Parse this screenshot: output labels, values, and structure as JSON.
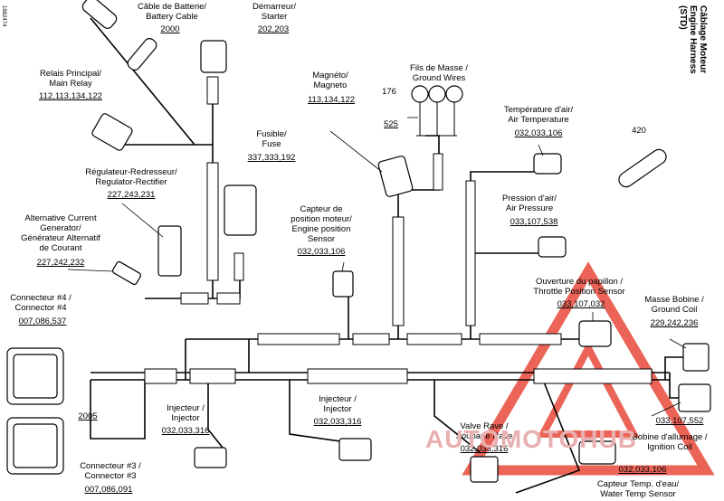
{
  "diagram": {
    "title": "Câblage Moteur Engine Harness (STD)",
    "reference": "1882474",
    "watermark": "AUTOMOTOHUB",
    "colors": {
      "line": "#000000",
      "watermark_red": "#e84a3a",
      "watermark_text": "#e8b0b0"
    },
    "labels": {
      "battery_cable": "Câble de Batterie/\nBattery Cable",
      "battery_cable_num": "2000",
      "starter": "Démarreur/\nStarter",
      "starter_num": "202,203",
      "main_relay": "Relais Principal/\nMain Relay",
      "main_relay_num": "112,113,134,122",
      "magneto": "Magnéto/\nMagneto",
      "magneto_num": "113,134,122",
      "ground_wires": "Fils de Masse /\nGround Wires",
      "ground_176": "176",
      "ground_525": "525",
      "air_temp": "Température d'air/\nAir Temperature",
      "air_temp_num": "032,033,106",
      "part_420": "420",
      "fuse": "Fusible/\nFuse",
      "fuse_num": "337,333,192",
      "rectifier": "Régulateur-Redresseur/\nRegulator-Rectifier",
      "rectifier_num": "227,243,231",
      "air_pressure": "Pression d'air/\nAir Pressure",
      "air_pressure_num": "033,107,538",
      "engine_pos": "Capteur de\nposition moteur/\nEngine position\nSensor",
      "engine_pos_num": "032,033,106",
      "alternator": "Alternative Current\nGenerator/\nGénérateur Alternatif\nde Courant",
      "alternator_num": "227,242,232",
      "connector4": "Connecteur #4 /\nConnector #4",
      "connector4_num": "007,086,537",
      "throttle": "Ouverture du papillon /\nThrottle Position Sensor",
      "throttle_num": "033,107,032",
      "ground_coil": "Masse Bobine /\nGround Coil",
      "ground_coil_num": "229,242,236",
      "injector1": "Injecteur /\nInjector",
      "injector1_num": "032,033,316",
      "injector2": "Injecteur /\nInjector",
      "injector2_num": "032,033,316",
      "num_2005": "2005",
      "valve": "Valve Rave /\nSoupape Rave",
      "valve_num": "032,033,316",
      "coil_num": "033,107,552",
      "ignition_coil": "Bobine d'allumage /\nIgnition Coil",
      "connector3": "Connecteur #3 /\nConnector #3",
      "connector3_num": "007,086,091",
      "water_temp": "Capteur Temp. d'eau/\nWater Temp Sensor",
      "water_temp_num": "032,033,106"
    }
  }
}
